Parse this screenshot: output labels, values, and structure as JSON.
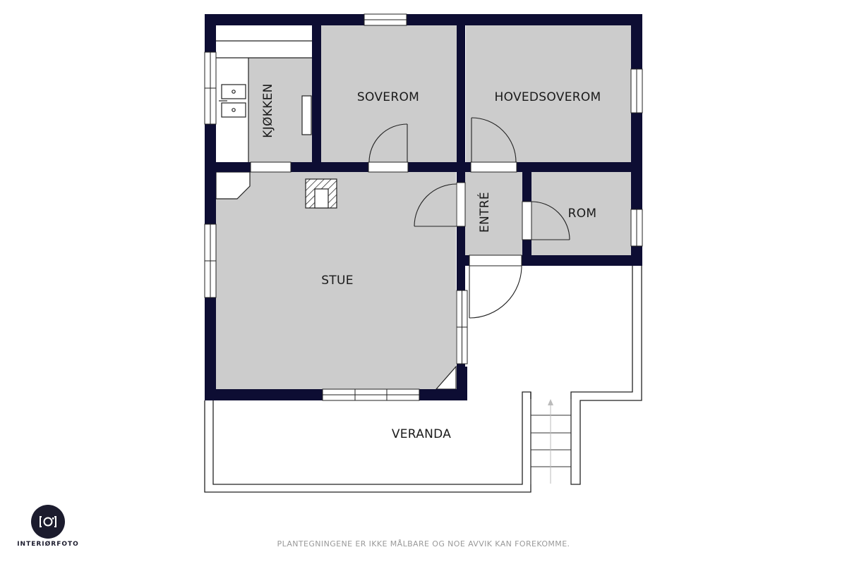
{
  "plan": {
    "rooms": {
      "soverom": "SOVEROM",
      "hovedsoverom": "HOVEDSOVEROM",
      "kjokken": "KJØKKEN",
      "stue": "STUE",
      "entre": "ENTRÉ",
      "rom": "ROM",
      "veranda": "VERANDA"
    }
  },
  "brand": {
    "name": "INTERIØRFOTO"
  },
  "footer": {
    "disclaimer": "PLANTEGNINGENE ER IKKE MÅLBARE OG NOE AVVIK KAN FOREKOMME."
  },
  "colors": {
    "wall": "#0d0d33",
    "floor": "#cccccc",
    "outline": "#222222"
  }
}
